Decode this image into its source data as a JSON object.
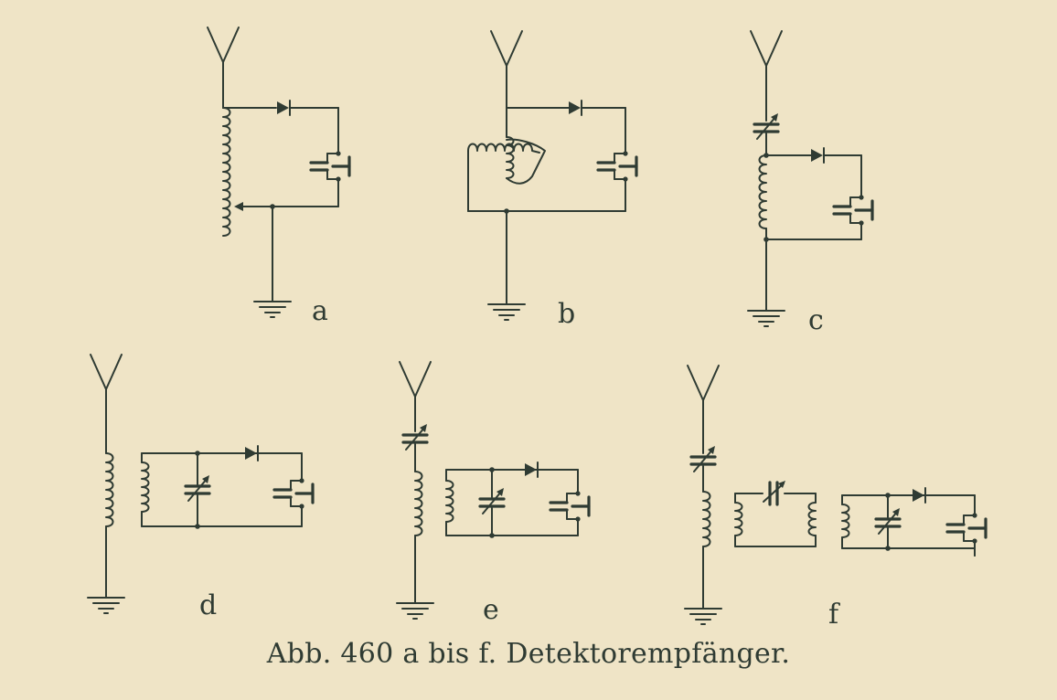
{
  "figure": {
    "caption": "Abb. 460 a bis f.  Detektorempfänger.",
    "panel_labels": [
      "a",
      "b",
      "c",
      "d",
      "e",
      "f"
    ]
  },
  "colors": {
    "paper": "#efe4c6",
    "ink": "#2f3b33"
  }
}
